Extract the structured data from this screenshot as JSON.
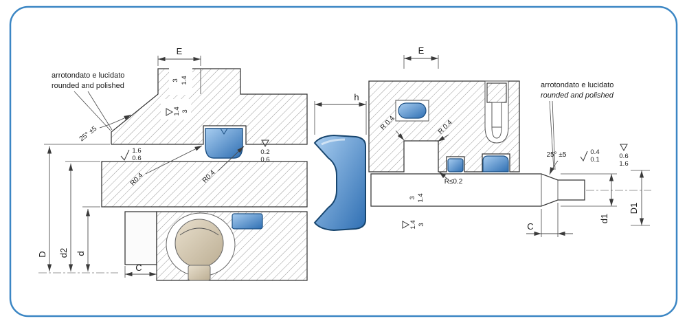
{
  "colors": {
    "border": "#3b86c4",
    "seal_blue_dark": "#2f6fb3",
    "seal_blue_light": "#a8cdf0",
    "outline": "#333333",
    "hatch": "#8f8f8f",
    "ball_tan": "#ddd2bd"
  },
  "left": {
    "note_line1": "arrotondato  e lucidato",
    "note_line2": "rounded and polished",
    "dim_e": "E",
    "finish_top_1": "3",
    "finish_top_2": "1.4",
    "finish_tri_1": "1.4",
    "finish_tri_2": "3",
    "angle": "25° ±5",
    "rough_bore_1": "1.6",
    "rough_bore_2": "0.6",
    "rough_face_1": "0.2",
    "rough_face_2": "0.6",
    "radius_a": "R0.4",
    "radius_b": "R0.4",
    "dim_D": "D",
    "dim_d2": "d2",
    "dim_d": "d",
    "dim_C": "C"
  },
  "profile": {
    "dim_h": "h"
  },
  "right": {
    "dim_e": "E",
    "note_line1": "arrotondato e lucidato",
    "note_line2": "rounded and polished",
    "radius_a": "R 0.4",
    "radius_b": "R 0.4",
    "radius_small": "R≤0.2",
    "angle": "25° ±5",
    "rough_chamfer_1": "0.4",
    "rough_chamfer_2": "0.1",
    "rough_end_1": "0.6",
    "rough_end_2": "1.6",
    "finish_rod_1": "3",
    "finish_rod_2": "1.4",
    "finish_tri_1": "1.4",
    "finish_tri_2": "3",
    "dim_d1": "d1",
    "dim_D1": "D1",
    "dim_C": "C"
  }
}
